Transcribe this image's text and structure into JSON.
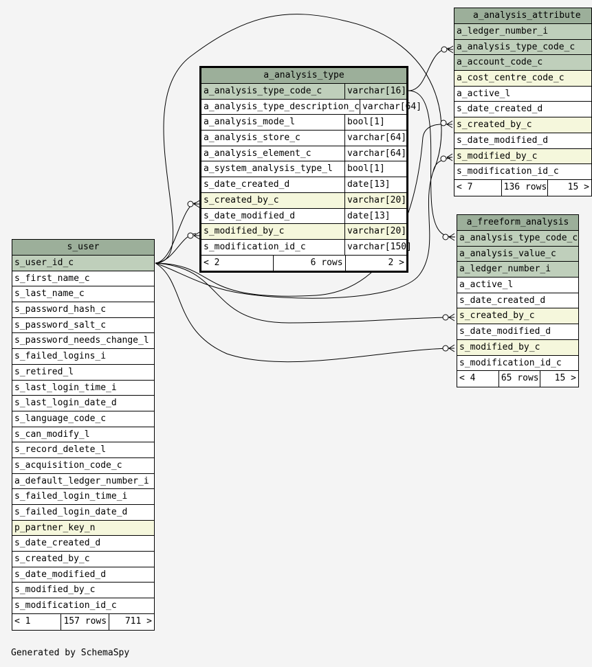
{
  "tables": {
    "analysis_type": {
      "name": "a_analysis_type",
      "columns": [
        {
          "name": "a_analysis_type_code_c",
          "type": "varchar[16]",
          "kind": "pk"
        },
        {
          "name": "a_analysis_type_description_c",
          "type": "varchar[64]",
          "kind": ""
        },
        {
          "name": "a_analysis_mode_l",
          "type": "bool[1]",
          "kind": ""
        },
        {
          "name": "a_analysis_store_c",
          "type": "varchar[64]",
          "kind": ""
        },
        {
          "name": "a_analysis_element_c",
          "type": "varchar[64]",
          "kind": ""
        },
        {
          "name": "a_system_analysis_type_l",
          "type": "bool[1]",
          "kind": ""
        },
        {
          "name": "s_date_created_d",
          "type": "date[13]",
          "kind": ""
        },
        {
          "name": "s_created_by_c",
          "type": "varchar[20]",
          "kind": "fk"
        },
        {
          "name": "s_date_modified_d",
          "type": "date[13]",
          "kind": ""
        },
        {
          "name": "s_modified_by_c",
          "type": "varchar[20]",
          "kind": "fk"
        },
        {
          "name": "s_modification_id_c",
          "type": "varchar[150]",
          "kind": ""
        }
      ],
      "footer": {
        "parents": "< 2",
        "rows": "6 rows",
        "children": "2 >"
      }
    },
    "analysis_attribute": {
      "name": "a_analysis_attribute",
      "columns": [
        {
          "name": "a_ledger_number_i",
          "kind": "pk"
        },
        {
          "name": "a_analysis_type_code_c",
          "kind": "pk"
        },
        {
          "name": "a_account_code_c",
          "kind": "pk"
        },
        {
          "name": "a_cost_centre_code_c",
          "kind": "fk"
        },
        {
          "name": "a_active_l",
          "kind": ""
        },
        {
          "name": "s_date_created_d",
          "kind": ""
        },
        {
          "name": "s_created_by_c",
          "kind": "fk"
        },
        {
          "name": "s_date_modified_d",
          "kind": ""
        },
        {
          "name": "s_modified_by_c",
          "kind": "fk"
        },
        {
          "name": "s_modification_id_c",
          "kind": ""
        }
      ],
      "footer": {
        "parents": "< 7",
        "rows": "136 rows",
        "children": "15 >"
      }
    },
    "freeform_analysis": {
      "name": "a_freeform_analysis",
      "columns": [
        {
          "name": "a_analysis_type_code_c",
          "kind": "pk"
        },
        {
          "name": "a_analysis_value_c",
          "kind": "pk"
        },
        {
          "name": "a_ledger_number_i",
          "kind": "pk"
        },
        {
          "name": "a_active_l",
          "kind": ""
        },
        {
          "name": "s_date_created_d",
          "kind": ""
        },
        {
          "name": "s_created_by_c",
          "kind": "fk"
        },
        {
          "name": "s_date_modified_d",
          "kind": ""
        },
        {
          "name": "s_modified_by_c",
          "kind": "fk"
        },
        {
          "name": "s_modification_id_c",
          "kind": ""
        }
      ],
      "footer": {
        "parents": "< 4",
        "rows": "65 rows",
        "children": "15 >"
      }
    },
    "user": {
      "name": "s_user",
      "columns": [
        {
          "name": "s_user_id_c",
          "kind": "pk"
        },
        {
          "name": "s_first_name_c",
          "kind": ""
        },
        {
          "name": "s_last_name_c",
          "kind": ""
        },
        {
          "name": "s_password_hash_c",
          "kind": ""
        },
        {
          "name": "s_password_salt_c",
          "kind": ""
        },
        {
          "name": "s_password_needs_change_l",
          "kind": ""
        },
        {
          "name": "s_failed_logins_i",
          "kind": ""
        },
        {
          "name": "s_retired_l",
          "kind": ""
        },
        {
          "name": "s_last_login_time_i",
          "kind": ""
        },
        {
          "name": "s_last_login_date_d",
          "kind": ""
        },
        {
          "name": "s_language_code_c",
          "kind": ""
        },
        {
          "name": "s_can_modify_l",
          "kind": ""
        },
        {
          "name": "s_record_delete_l",
          "kind": ""
        },
        {
          "name": "s_acquisition_code_c",
          "kind": ""
        },
        {
          "name": "a_default_ledger_number_i",
          "kind": ""
        },
        {
          "name": "s_failed_login_time_i",
          "kind": ""
        },
        {
          "name": "s_failed_login_date_d",
          "kind": ""
        },
        {
          "name": "p_partner_key_n",
          "kind": "fk"
        },
        {
          "name": "s_date_created_d",
          "kind": ""
        },
        {
          "name": "s_created_by_c",
          "kind": ""
        },
        {
          "name": "s_date_modified_d",
          "kind": ""
        },
        {
          "name": "s_modified_by_c",
          "kind": ""
        },
        {
          "name": "s_modification_id_c",
          "kind": ""
        }
      ],
      "footer": {
        "parents": "< 1",
        "rows": "157 rows",
        "children": "711 >"
      }
    }
  },
  "generated_by": "Generated by SchemaSpy",
  "colors": {
    "header": "#9caf9a",
    "primary_key": "#bfcfbb",
    "foreign_key": "#f5f7dc",
    "background": "#f4f4f4"
  }
}
